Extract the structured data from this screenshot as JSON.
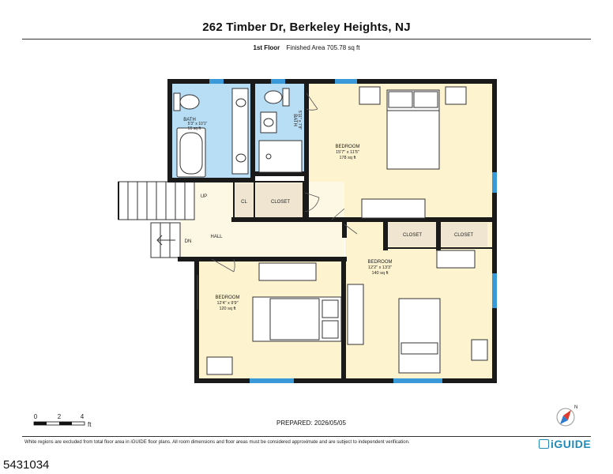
{
  "header": {
    "title": "262 Timber Dr, Berkeley Heights, NJ",
    "floor": "1st Floor",
    "area": "Finished Area 705.78 sq ft"
  },
  "rooms": {
    "bath1": {
      "name": "BATH",
      "dims": "5'3\" x 10'1\"",
      "area": "55 sq ft"
    },
    "bath2": {
      "name": "BATH",
      "dims": "5'11\" x 7'8\""
    },
    "bedroom1": {
      "name": "BEDROOM",
      "dims": "15'7\" x 11'5\"",
      "area": "178 sq ft"
    },
    "bedroom2": {
      "name": "BEDROOM",
      "dims": "12'2\" x 13'3\"",
      "area": "140 sq ft"
    },
    "bedroom3": {
      "name": "BEDROOM",
      "dims": "12'4\" x 9'9\"",
      "area": "120 sq ft"
    },
    "cl": {
      "name": "CL"
    },
    "closet1": {
      "name": "CLOSET"
    },
    "closet2": {
      "name": "CLOSET"
    },
    "closet3": {
      "name": "CLOSET"
    },
    "hall": {
      "name": "HALL"
    },
    "up": {
      "name": "UP"
    },
    "dn": {
      "name": "DN"
    }
  },
  "scale": {
    "t0": "0",
    "t2": "2",
    "t4": "4",
    "unit": "ft"
  },
  "compass": {
    "label": "N"
  },
  "footer": {
    "prepared": "PREPARED: 2026/05/05",
    "disclaimer": "White regions are excluded from total floor area in iGUIDE floor plans. All room dimensions and floor areas must be considered approximate and are subject to independent verification.",
    "brand": "iGUIDE",
    "listing_id": "5431034"
  },
  "colors": {
    "bedroom": "#fdf3cf",
    "bath": "#b8def6",
    "closet": "#efe5d0",
    "hall": "#fdf8e4",
    "wall": "#1a1a1a",
    "window": "#3a9ad9"
  }
}
